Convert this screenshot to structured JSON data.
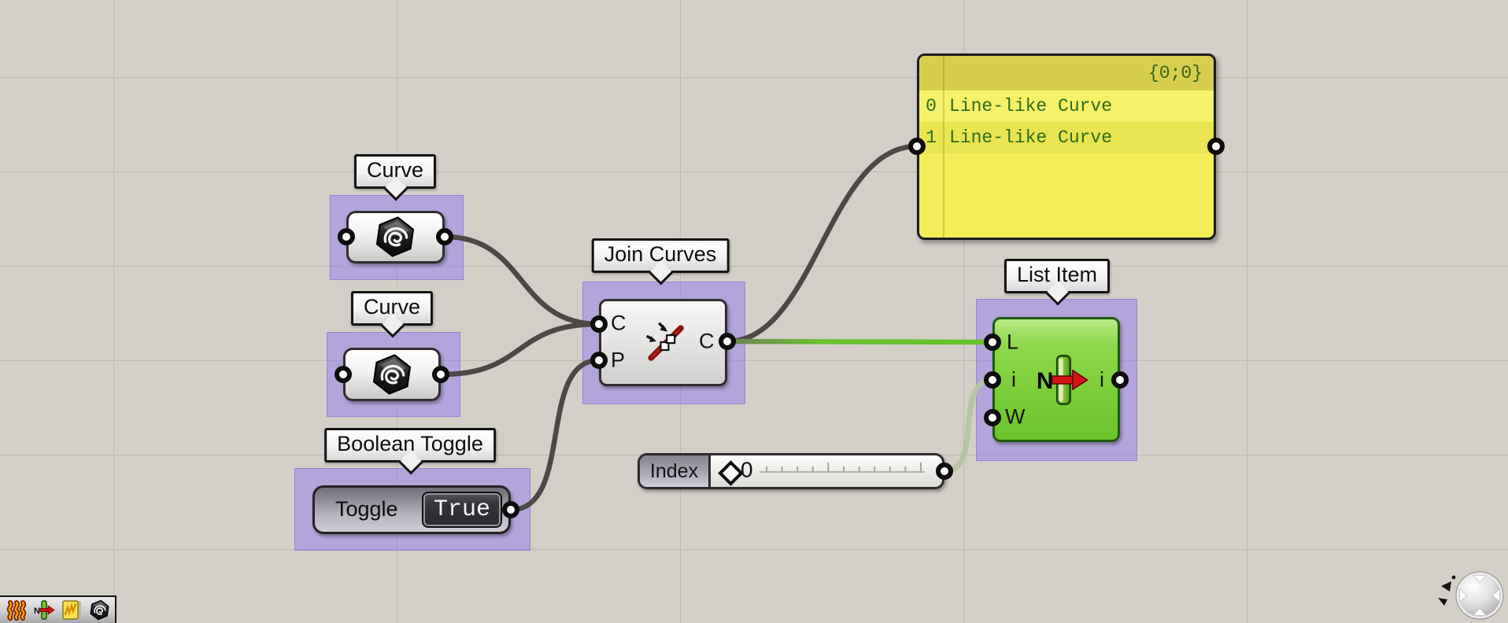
{
  "components": {
    "curve_top": {
      "label": "Curve"
    },
    "curve_bottom": {
      "label": "Curve"
    },
    "join_curves": {
      "label": "Join Curves",
      "input_curves": "C",
      "input_preserve": "P",
      "output_curve": "C"
    },
    "boolean_toggle": {
      "label": "Boolean Toggle",
      "text": "Toggle",
      "value": "True"
    },
    "panel": {
      "path_header": "{0;0}",
      "rows": [
        {
          "index": "0",
          "text": "Line-like Curve"
        },
        {
          "index": "1",
          "text": "Line-like Curve"
        }
      ]
    },
    "list_item": {
      "label": "List Item",
      "input_list": "L",
      "input_index": "i",
      "input_wrap": "W",
      "output_item": "i"
    },
    "number_slider": {
      "name": "Index",
      "value": "0"
    }
  },
  "toolbar": {
    "icons": [
      "fitness-icon",
      "list-item-icon",
      "panel-icon",
      "curve-icon"
    ]
  },
  "colors": {
    "canvas_bg": "#d3cfc8",
    "grid_line": "#bdb9b1",
    "selection_purple": "#b5a5e1",
    "panel_yellow": "#f2ed58",
    "panel_header_yellow": "#d7ce4e",
    "panel_text_green": "#2e6b1f",
    "component_green": "#7ccb38",
    "wire_dark": "#4b4946",
    "wire_green": "#66c22b",
    "wire_pale_green": "#b6c5a5"
  }
}
